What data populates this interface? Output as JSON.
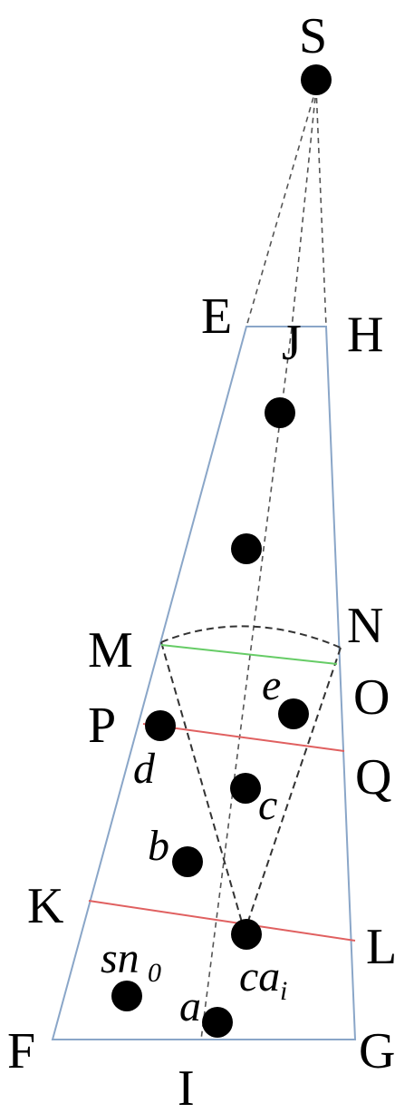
{
  "diagram": {
    "points": {
      "S": "S",
      "E": "E",
      "J": "J",
      "H": "H",
      "M": "M",
      "N": "N",
      "O": "O",
      "P": "P",
      "Q": "Q",
      "K": "K",
      "L": "L",
      "F": "F",
      "G": "G",
      "I": "I"
    },
    "nodes": {
      "d": "d",
      "e": "e",
      "c": "c",
      "b": "b",
      "a": "a",
      "ca_base": "ca",
      "ca_sub": "i",
      "sn_base": "sn",
      "sn_sub": "0"
    },
    "colors": {
      "frustum": "#8aa6c8",
      "dashed": "#555555",
      "red_line": "#e06060",
      "green_line": "#66cc66",
      "dot": "#000000"
    }
  }
}
